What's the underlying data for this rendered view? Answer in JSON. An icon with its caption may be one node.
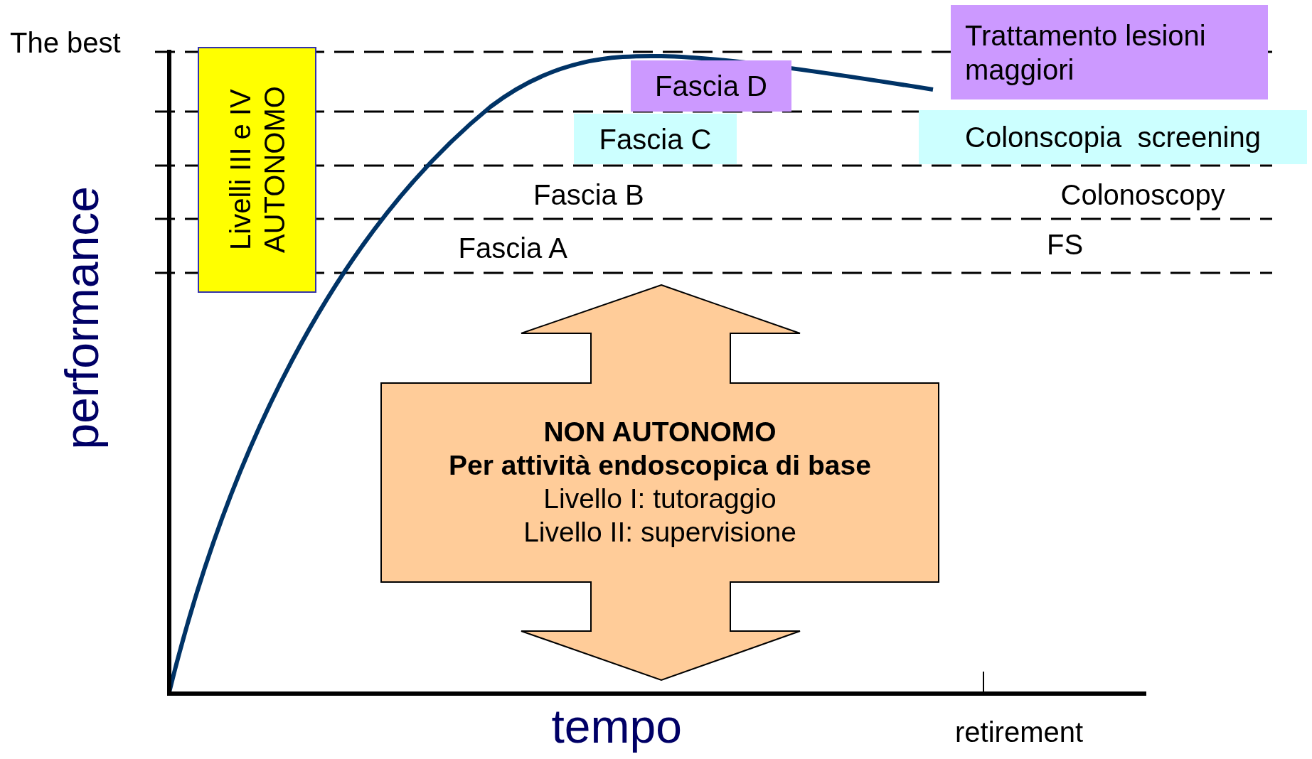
{
  "diagram": {
    "nodes": [
      {
        "text": [
          "Livelli III e IV AUTONOMO"
        ]
      },
      {
        "text": [
          "Trattamento lesioni maggiori"
        ]
      },
      {
        "text": [
          "Fascia D"
        ]
      },
      {
        "text": [
          "Fascia C"
        ]
      },
      {
        "text": [
          "Colonscopia  screening"
        ]
      },
      {
        "text": [
          "NON AUTONOMO",
          "Per attività endoscopica di base",
          "Livello I: tutoraggio",
          "Livello II: supervisione"
        ]
      }
    ],
    "labels": [
      "The best",
      "Fascia B",
      "Colonoscopy",
      "Fascia A",
      "FS",
      "performance",
      "tempo",
      "retirement"
    ]
  }
}
